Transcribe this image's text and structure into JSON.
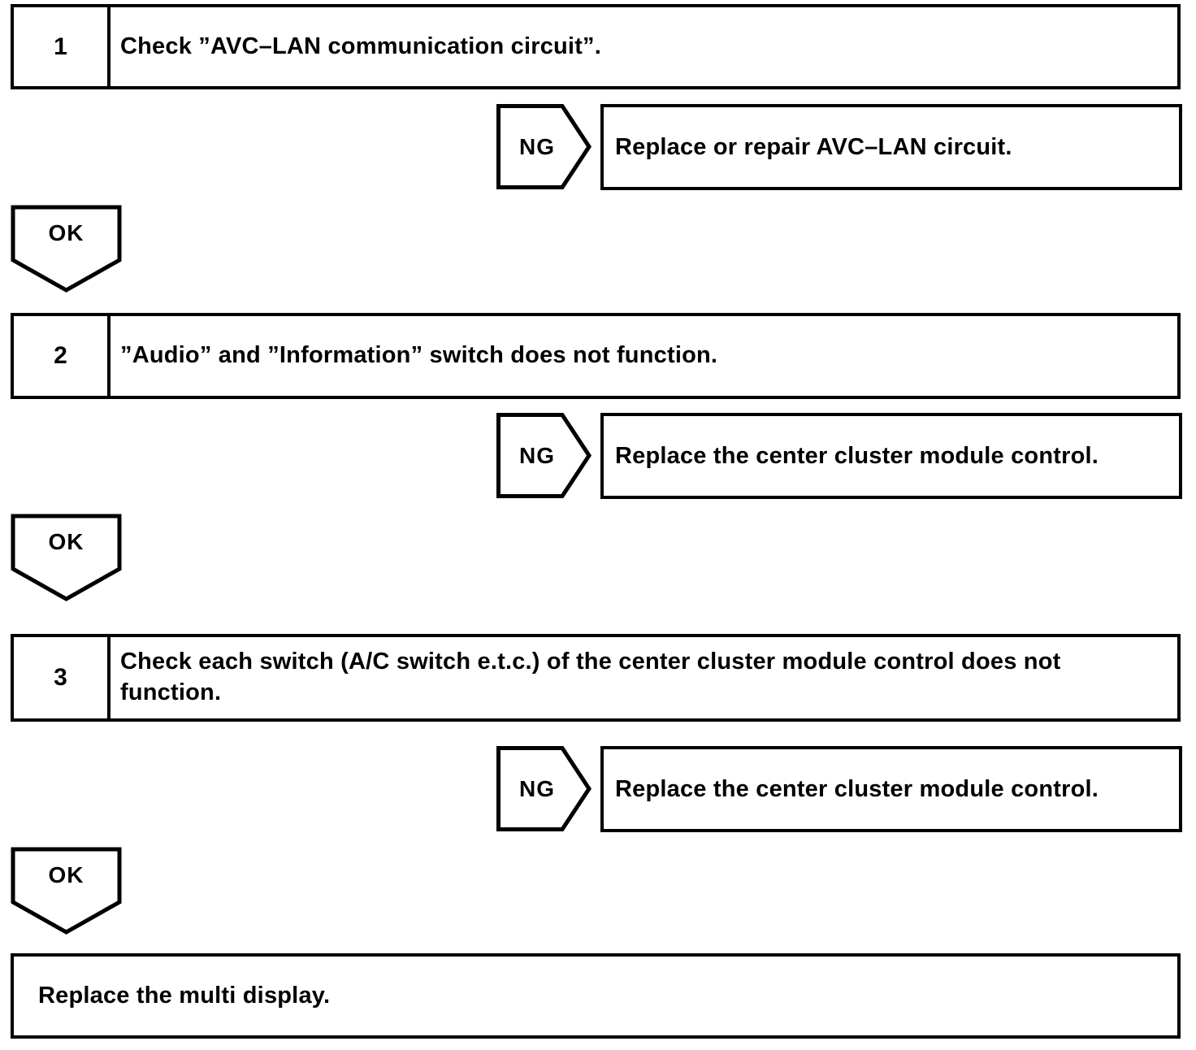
{
  "colors": {
    "ink": "#000000",
    "paper": "#ffffff"
  },
  "flowchart": {
    "steps": [
      {
        "number": "1",
        "instruction": "Check ”AVC–LAN communication circuit”.",
        "ng_label": "NG",
        "ng_action": "Replace or repair AVC–LAN circuit.",
        "ok_label": "OK"
      },
      {
        "number": "2",
        "instruction": "”Audio” and ”Information” switch does not function.",
        "ng_label": "NG",
        "ng_action": "Replace the center cluster module control.",
        "ok_label": "OK"
      },
      {
        "number": "3",
        "instruction": "Check each switch (A/C switch e.t.c.) of the center cluster module control does not function.",
        "ng_label": "NG",
        "ng_action": "Replace the center cluster module control.",
        "ok_label": "OK"
      }
    ],
    "final_action": "Replace the multi display."
  }
}
